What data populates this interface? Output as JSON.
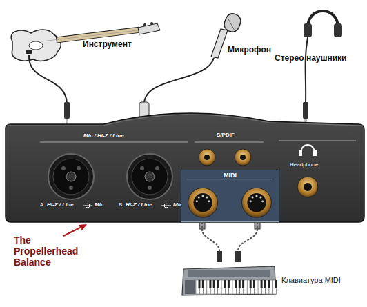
{
  "diagram": {
    "nodes": [
      {
        "text": [
          "MIDI"
        ]
      },
      {
        "text": [
          "Клавиатура MIDI"
        ]
      }
    ],
    "edges": [
      {
        "from": 0,
        "to": 1,
        "arrow": "none"
      },
      {
        "from": 0,
        "to": 1,
        "arrow": "none"
      }
    ],
    "labels": [
      "Инструмент",
      "Микрофон",
      "Стерео наушники",
      "Mic / Hi-Z / Line",
      "A",
      "Hi-Z / Line",
      "Mic",
      "B",
      "Hi-Z / Line",
      "Mic",
      "S/PDIF",
      "Headphone",
      "The Propellerhead Balance"
    ]
  }
}
